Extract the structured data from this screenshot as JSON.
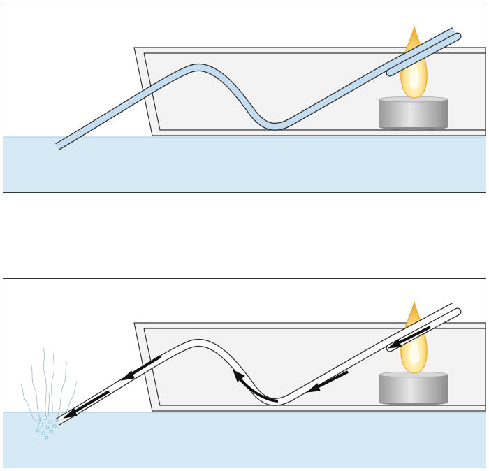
{
  "colors": {
    "water": "#d6eaf5",
    "water_line": "#9ccbe6",
    "boat_fill": "#f3f3f3",
    "boat_stroke": "#333333",
    "tube_filled": "#c4ddf0",
    "tube_empty": "#ffffff",
    "tube_stroke": "#2a2a2a",
    "candle": "#c8c8c8",
    "flame_outer": "#f5c24a",
    "flame_inner": "#fff6cf",
    "arrow": "#111111",
    "bubbles": "#7fbde3",
    "steam": "#9fb9cc"
  },
  "panels": [
    {
      "id": "before",
      "tube_state": "filled-with-water",
      "flow_arrows": false,
      "bubbles": false
    },
    {
      "id": "after",
      "tube_state": "water-being-pushed-out",
      "flow_arrows": true,
      "bubbles": true
    }
  ]
}
